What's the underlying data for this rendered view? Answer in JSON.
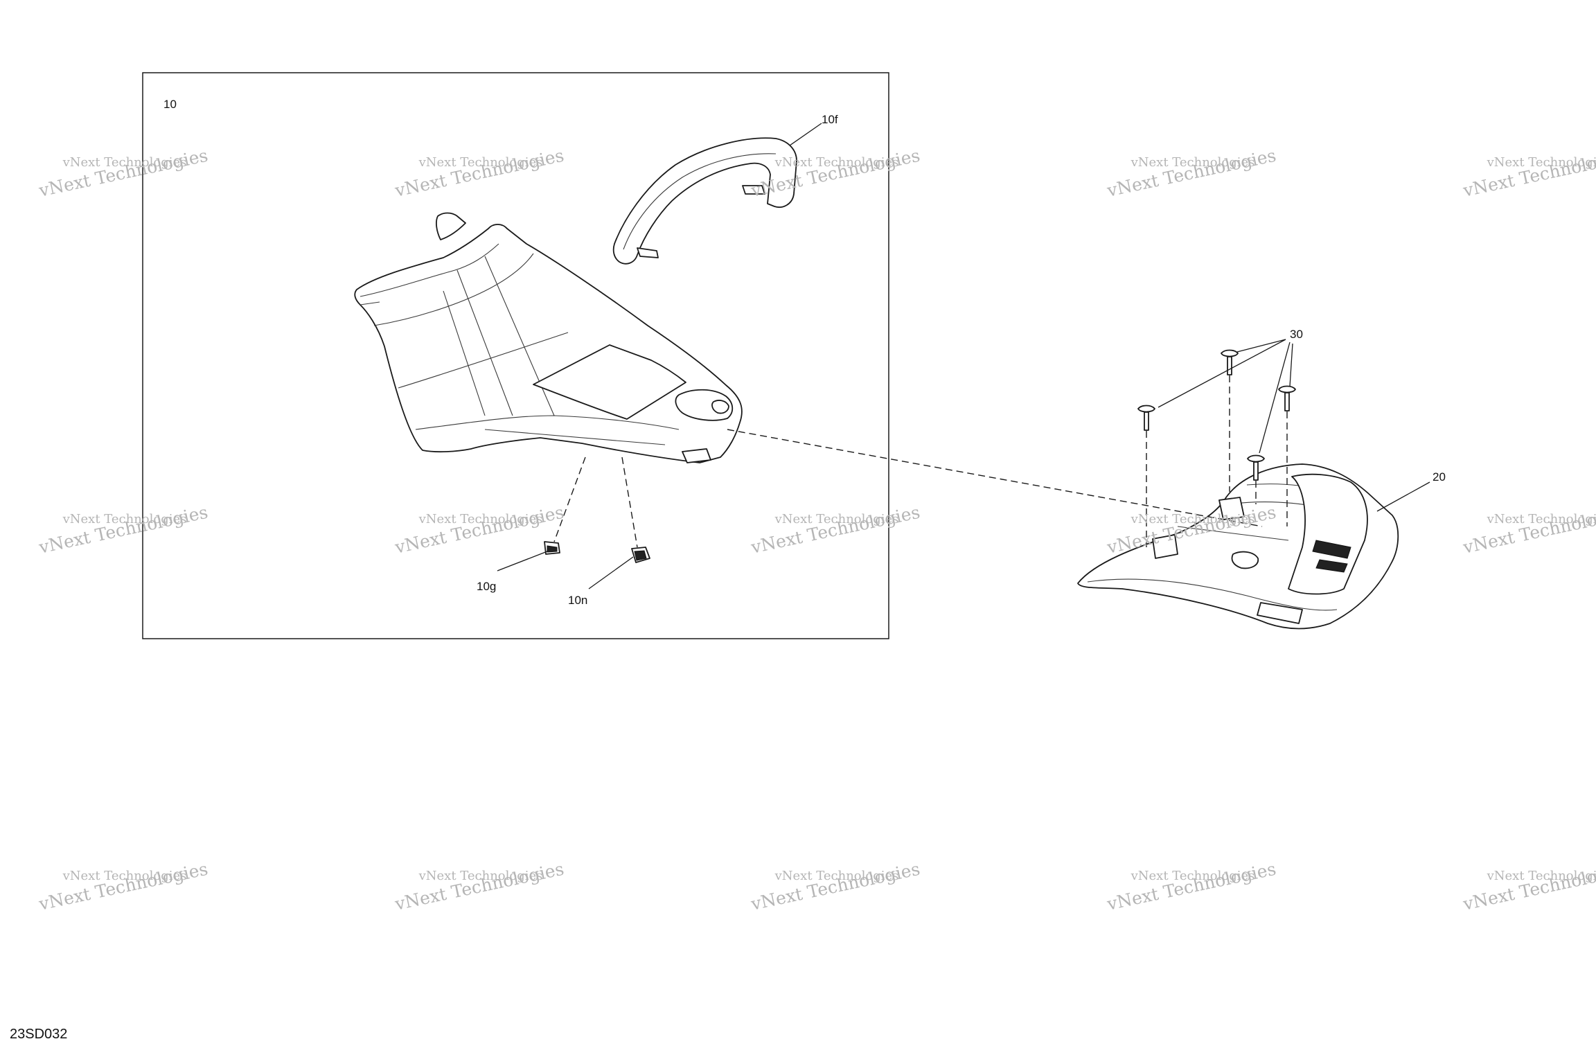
{
  "callouts": {
    "assembly": "10",
    "strap": "10f",
    "clip": "10g",
    "nut": "10n",
    "base": "20",
    "screws": "30"
  },
  "watermark": {
    "line1": "vNext Technologies",
    "line2": "vNext Technologies"
  },
  "figure_code": "23SD032"
}
